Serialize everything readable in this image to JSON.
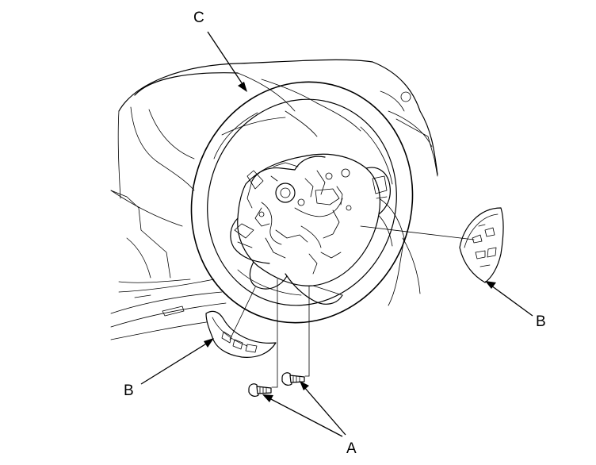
{
  "callouts": {
    "a": "A",
    "b_left": "B",
    "b_right": "B",
    "c": "C"
  },
  "colors": {
    "line": "#000000",
    "background": "#ffffff"
  }
}
